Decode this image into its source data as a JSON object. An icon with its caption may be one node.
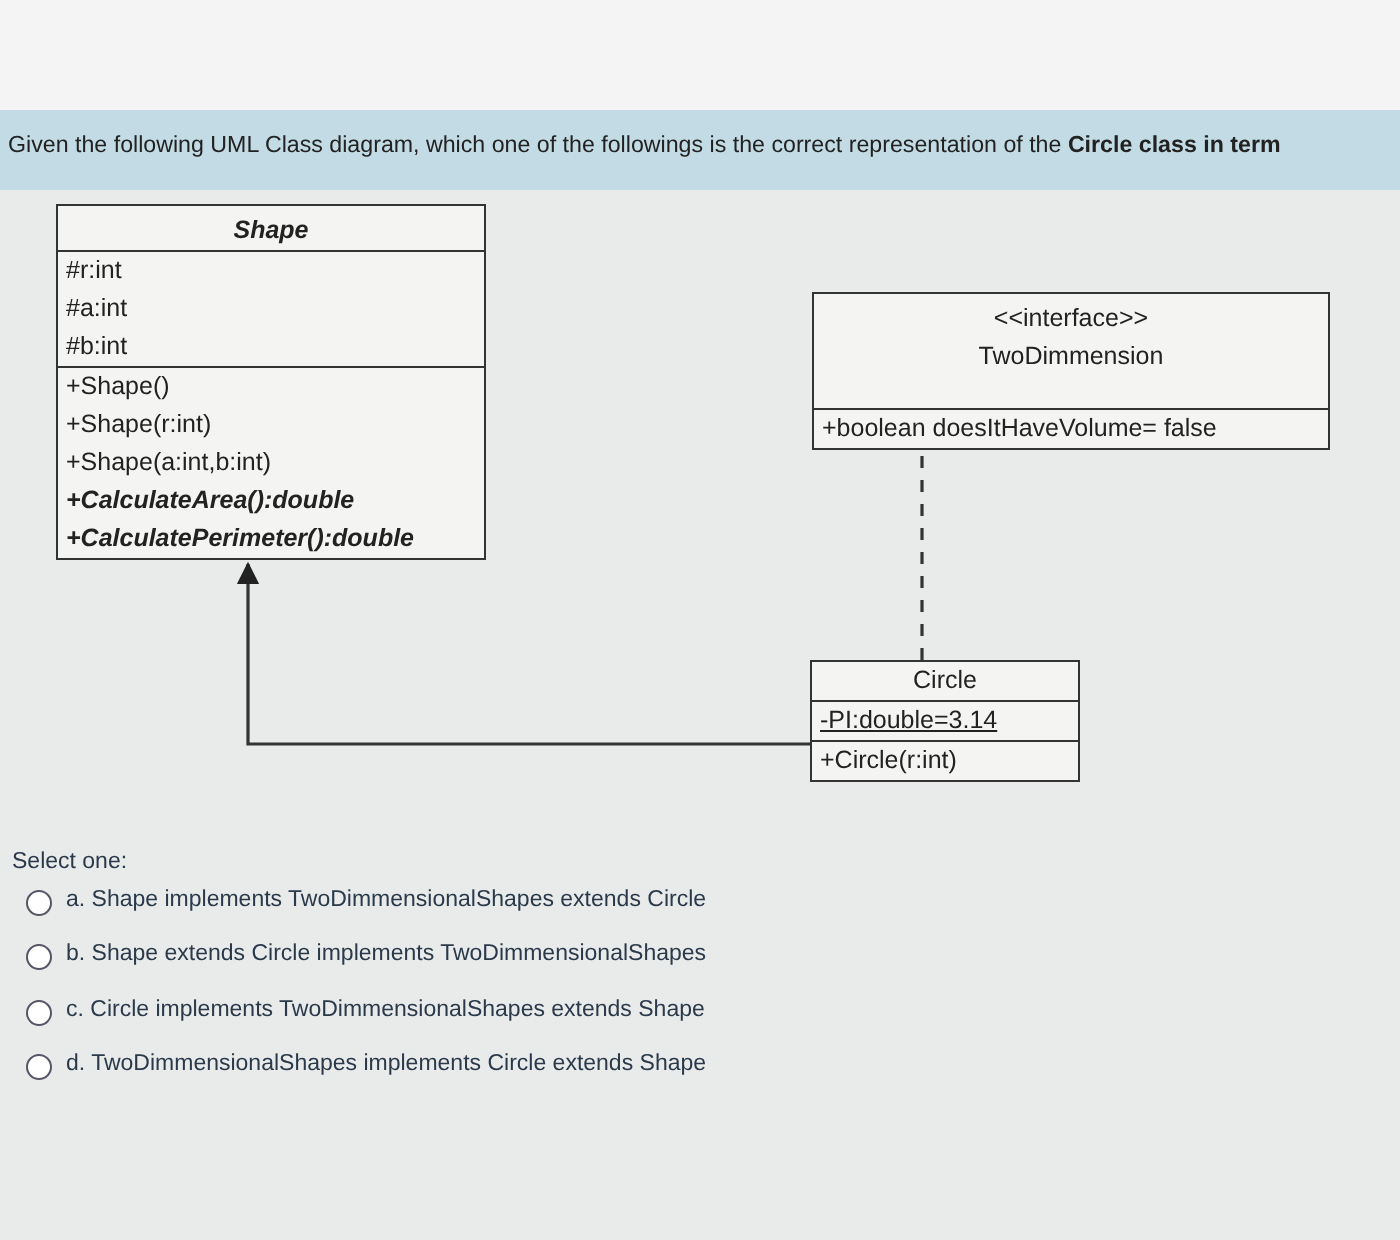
{
  "diagram": {
    "title": "Given the following UML Class diagram, which one of the followings is the correct representation of the **Circle class in term**",
    "nodes": [
      {
        "text": [
          "Shape",
          "#r:int",
          "#a:int",
          "#b:int",
          "+Shape()",
          "+Shape(r:int)",
          "+Shape(a:int,b:int)",
          "+CalculateArea():double",
          "+CalculatePerimeter():double"
        ]
      },
      {
        "text": [
          "<<interface>>",
          "TwoDimmension",
          "+boolean doesItHaveVolume= false"
        ]
      },
      {
        "text": [
          "Circle",
          "-PI:double=3.14",
          "+Circle(r:int)"
        ]
      }
    ],
    "edges": [
      {
        "from": 2,
        "to": 0,
        "arrow": "to"
      },
      {
        "from": 2,
        "to": 1,
        "arrow": "none",
        "style": "dashed"
      }
    ],
    "labels": [
      "Select one:",
      "a. Shape implements TwoDimmensionalShapes extends Circle",
      "b. Shape extends Circle implements TwoDimmensionalShapes",
      "c. Circle implements TwoDimmensionalShapes extends Shape",
      "d. TwoDimmensionalShapes implements Circle extends Shape"
    ]
  }
}
